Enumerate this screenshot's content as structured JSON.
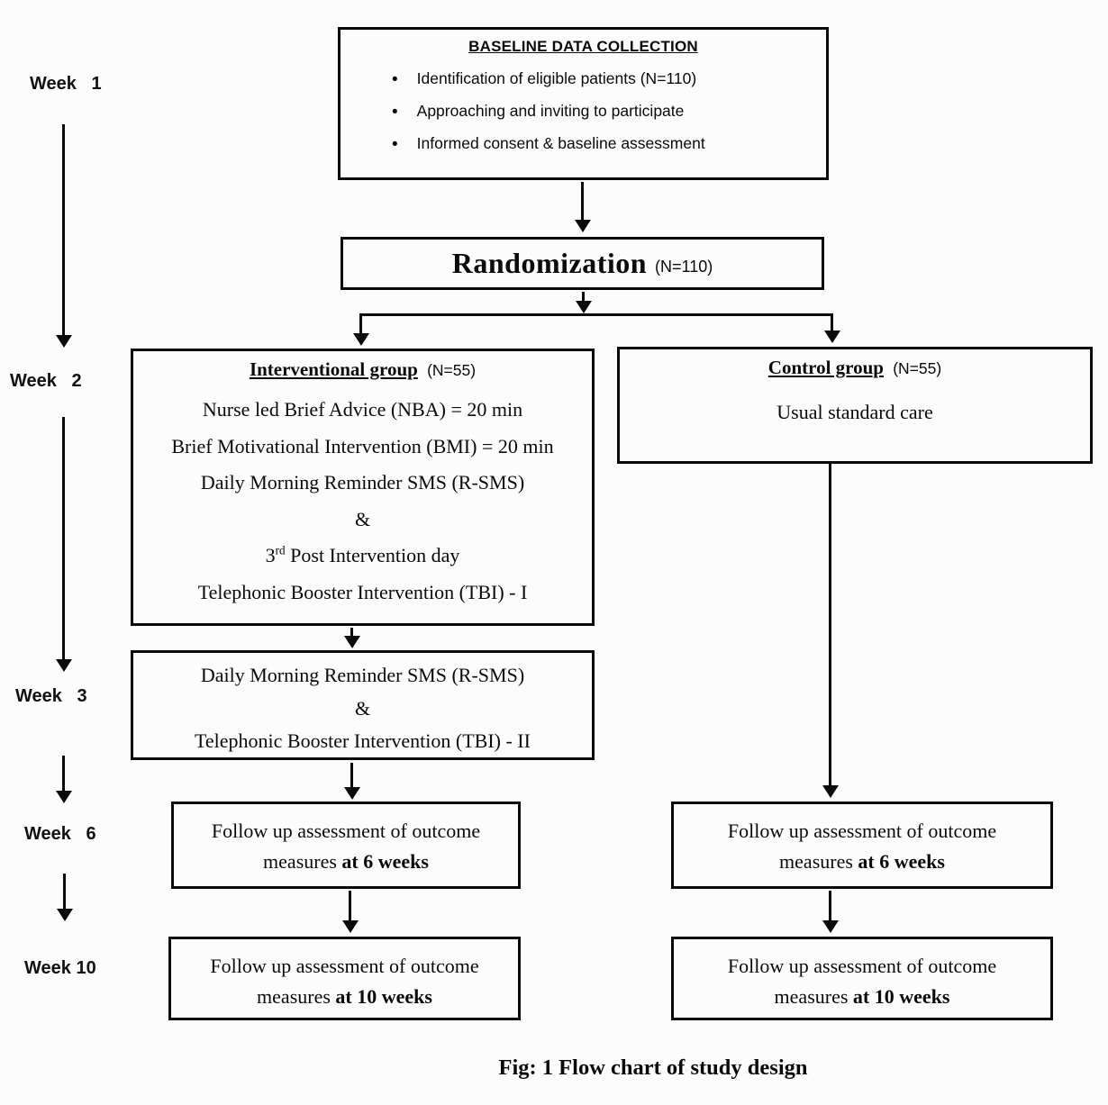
{
  "figure": {
    "caption": "Fig: 1 Flow chart of study design",
    "bullet_char": "•"
  },
  "timeline": [
    {
      "label": "Week   1"
    },
    {
      "label": "Week   2"
    },
    {
      "label": "Week   3"
    },
    {
      "label": "Week   6"
    },
    {
      "label": "Week 10"
    }
  ],
  "baseline": {
    "title": "BASELINE DATA COLLECTION",
    "bullets": [
      "Identification of eligible patients (N=110)",
      "Approaching and inviting to participate",
      "Informed consent & baseline assessment"
    ]
  },
  "randomization": {
    "title": "Randomization",
    "n": "(N=110)"
  },
  "interventional": {
    "title": "Interventional group",
    "n": "(N=55)",
    "lines": [
      [
        {
          "t": "Nurse led Brief Advice (NBA) = 20 min"
        }
      ],
      [
        {
          "t": "Brief Motivational Intervention (BMI) = 20 min"
        }
      ],
      [
        {
          "t": "Daily Morning Reminder SMS (R-SMS)"
        }
      ],
      [
        {
          "t": "&"
        }
      ],
      [
        {
          "t": "3"
        },
        {
          "t": "rd",
          "sup": true
        },
        {
          "t": " Post Intervention day"
        }
      ],
      [
        {
          "t": "Telephonic Booster Intervention (TBI) - I"
        }
      ]
    ]
  },
  "control": {
    "title": "Control group",
    "n": "(N=55)",
    "lines": [
      [
        {
          "t": "Usual standard care"
        }
      ]
    ]
  },
  "week3_box": {
    "lines": [
      [
        {
          "t": "Daily Morning Reminder SMS (R-SMS)"
        }
      ],
      [
        {
          "t": "&"
        }
      ],
      [
        {
          "t": "Telephonic Booster Intervention (TBI) - II"
        }
      ]
    ]
  },
  "followup_6w": {
    "lines": [
      [
        {
          "t": "Follow up assessment of outcome"
        }
      ],
      [
        {
          "t": "measures "
        },
        {
          "t": "at 6 weeks",
          "b": true
        }
      ]
    ]
  },
  "followup_10w": {
    "lines": [
      [
        {
          "t": "Follow up assessment of outcome"
        }
      ],
      [
        {
          "t": "measures "
        },
        {
          "t": "at 10 weeks",
          "b": true
        }
      ]
    ]
  }
}
